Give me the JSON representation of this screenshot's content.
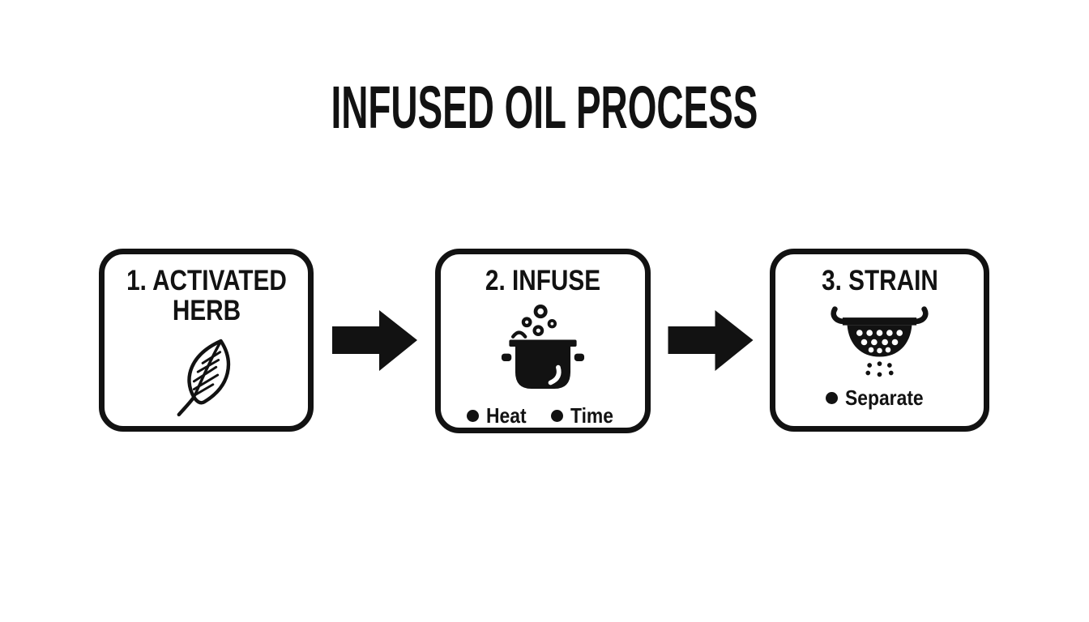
{
  "title": "INFUSED OIL PROCESS",
  "colors": {
    "ink": "#121212",
    "background": "#ffffff"
  },
  "steps": [
    {
      "label": "1. ACTIVATED HERB",
      "icon": "leaf-icon",
      "bullets": []
    },
    {
      "label": "2. INFUSE",
      "icon": "cooking-pot-icon",
      "bullets": [
        "Heat",
        "Time"
      ]
    },
    {
      "label": "3. STRAIN",
      "icon": "colander-icon",
      "bullets": [
        "Separate"
      ]
    }
  ]
}
